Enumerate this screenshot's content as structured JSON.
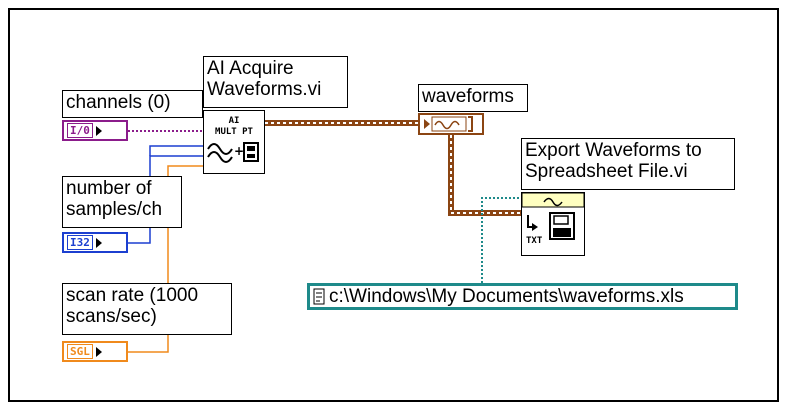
{
  "colors": {
    "path_wire": "#1e8a8a",
    "waveform_wire": "#8b4513",
    "int_wire": "#1c3fd0",
    "float_wire": "#f08a1c",
    "io_wire": "#8b1c8b"
  },
  "nodes": {
    "channels": {
      "label": "channels (0)",
      "tag": "I/0",
      "tag_color": "#8b1c8b"
    },
    "samples": {
      "label": "number of\nsamples/ch",
      "tag": "I32",
      "tag_color": "#1c3fd0"
    },
    "scan_rate": {
      "label": "scan rate (1000\nscans/sec)",
      "tag": "SGL",
      "tag_color": "#f08a1c"
    },
    "ai_acquire": {
      "label": "AI Acquire\nWaveforms.vi",
      "icon_text": "AI\nMULT PT",
      "icon": "waveform-acquire-icon"
    },
    "waveforms": {
      "label": "waveforms",
      "icon": "waveform-indicator-icon"
    },
    "export": {
      "label": "Export Waveforms to\nSpreadsheet File.vi",
      "icon": "export-spreadsheet-icon",
      "icon_text": "TXT"
    },
    "path": {
      "value": "c:\\Windows\\My Documents\\waveforms.xls",
      "icon": "path-icon"
    }
  }
}
